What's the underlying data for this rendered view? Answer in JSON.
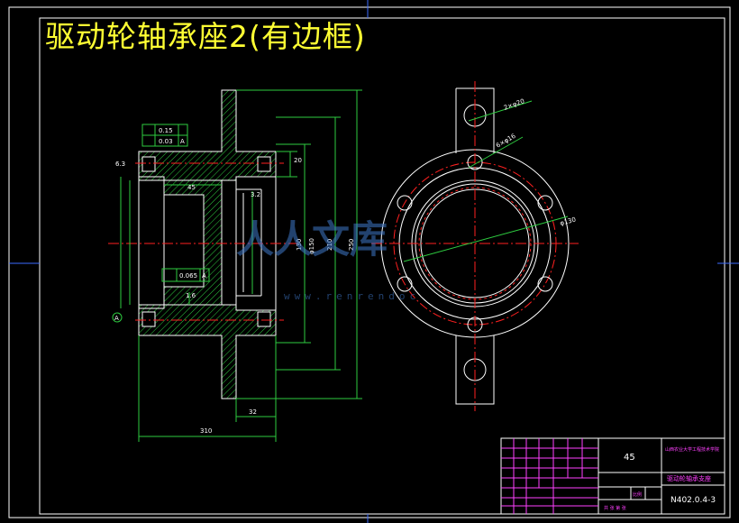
{
  "title": "驱动轮轴承座2(有边框)",
  "watermark": {
    "text": "人人文库",
    "url": "www.renrendoc"
  },
  "dims": {
    "d310": "310",
    "d32": "32",
    "d45": "45",
    "d20": "20",
    "d130": "130",
    "d150": "φ150",
    "d210": "210",
    "d250": "250",
    "d130b": "φ130",
    "d2x20": "2×φ20",
    "d6x16": "6×φ16",
    "s63": "6.3",
    "s32": "3.2",
    "s16": "1.6",
    "tol1": "0.15",
    "tol2": "0.03",
    "tol3": "0.065",
    "datumA": "A"
  },
  "titleblock": {
    "material": "45",
    "school": "山西农业大学工程技术学院",
    "part_name": "驱动轮轴承支座",
    "drawing_no": "N402.0.4-3",
    "scale_lbl": "比例",
    "sheet": "共 张 第 张"
  }
}
